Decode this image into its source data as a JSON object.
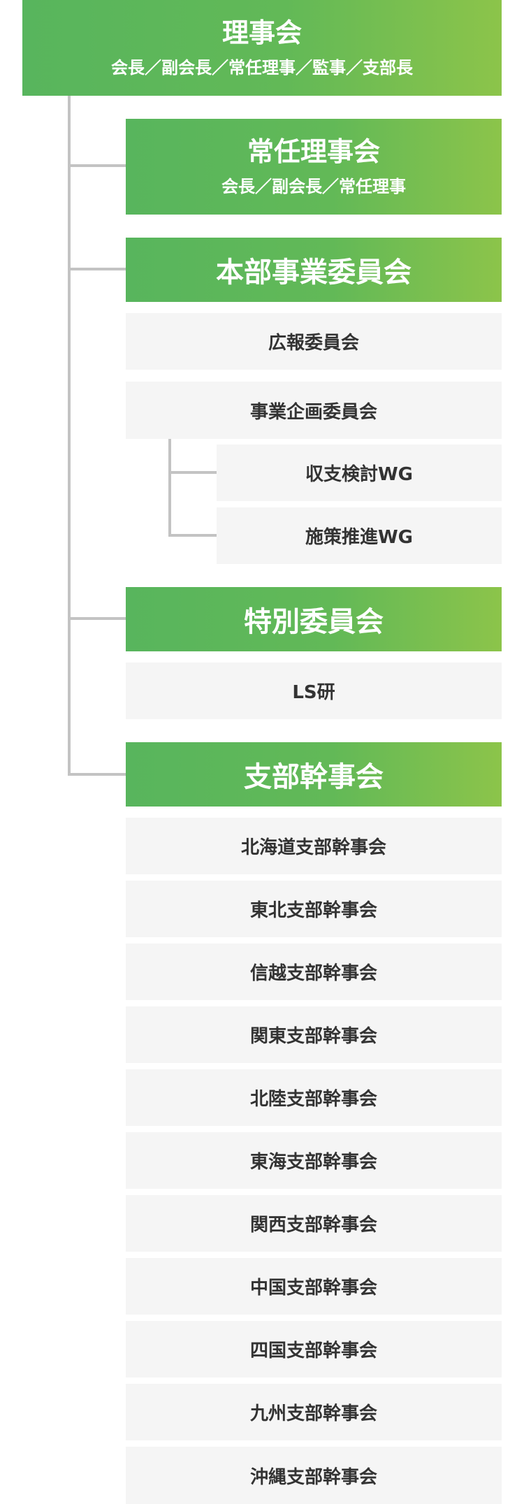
{
  "board": {
    "title": "理事会",
    "members": "会長／副会長／常任理事／監事／支部長"
  },
  "standing_board": {
    "title": "常任理事会",
    "members": "会長／副会長／常任理事"
  },
  "hq_committees": {
    "title": "本部事業委員会",
    "items": [
      "広報委員会",
      "事業企画委員会"
    ],
    "working_groups": [
      "収支検討WG",
      "施策推進WG"
    ]
  },
  "special_committees": {
    "title": "特別委員会",
    "items": [
      "LS研"
    ]
  },
  "branch_committees": {
    "title": "支部幹事会",
    "items": [
      "北海道支部幹事会",
      "東北支部幹事会",
      "信越支部幹事会",
      "関東支部幹事会",
      "北陸支部幹事会",
      "東海支部幹事会",
      "関西支部幹事会",
      "中国支部幹事会",
      "四国支部幹事会",
      "九州支部幹事会",
      "沖縄支部幹事会"
    ]
  },
  "colors": {
    "green_start": "#58b55d",
    "green_end": "#8cc44a",
    "gray_box": "#f5f5f5",
    "connector": "#c3c3c3",
    "dark_text": "#333333"
  }
}
